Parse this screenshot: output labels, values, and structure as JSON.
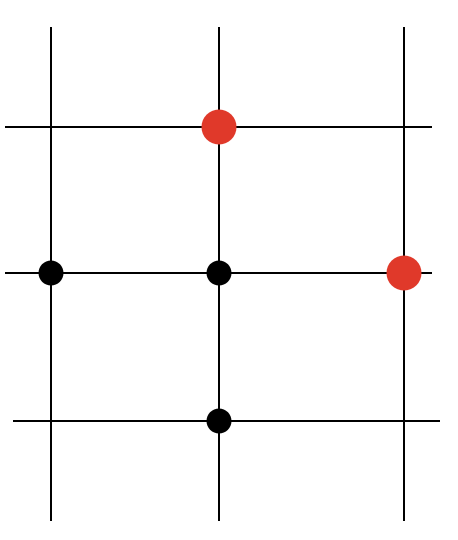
{
  "diagram": {
    "type": "go-board-fragment",
    "line_color": "#000000",
    "stone_colors": {
      "black": "#000000",
      "red": "#e0392a"
    },
    "vertical_lines": 3,
    "horizontal_lines": 3,
    "stones": [
      {
        "color": "red",
        "col": 1,
        "row": 0
      },
      {
        "color": "black",
        "col": 0,
        "row": 1
      },
      {
        "color": "black",
        "col": 1,
        "row": 1
      },
      {
        "color": "red",
        "col": 2,
        "row": 1
      },
      {
        "color": "black",
        "col": 1,
        "row": 2
      }
    ]
  }
}
